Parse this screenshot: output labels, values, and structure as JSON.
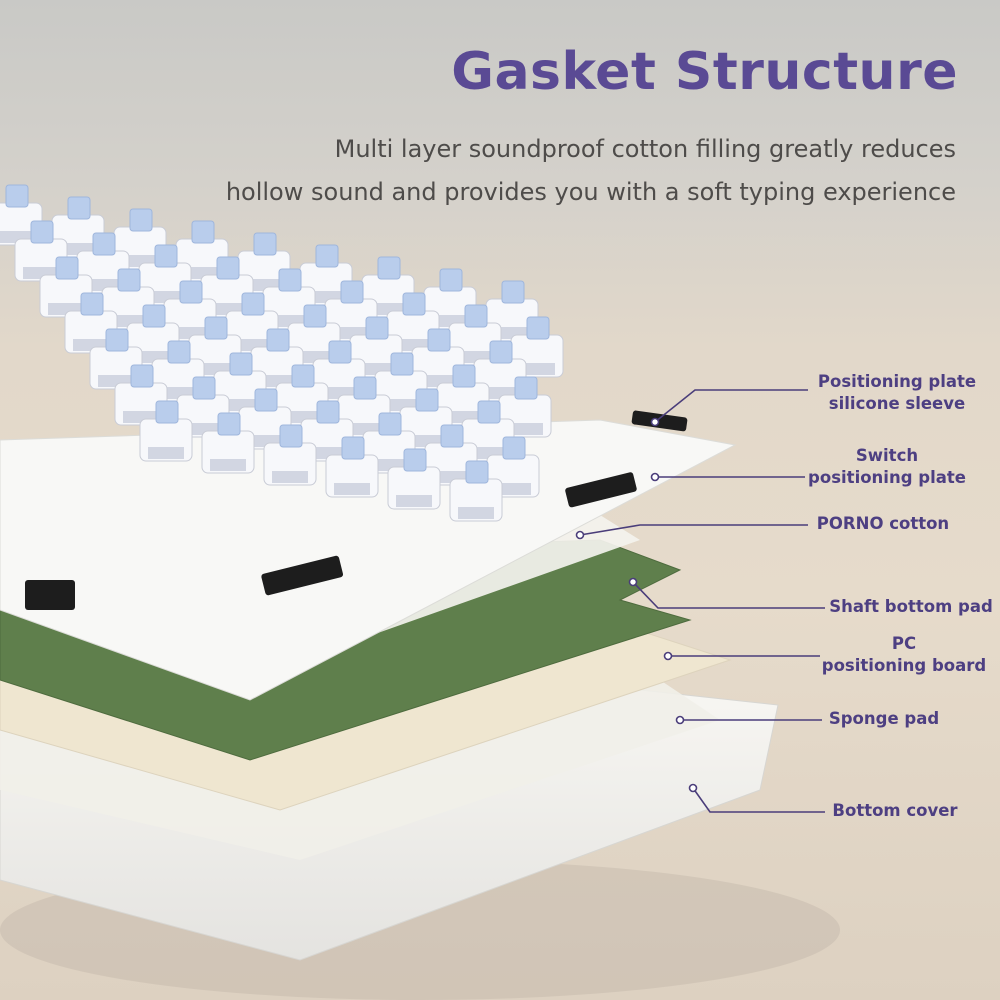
{
  "header": {
    "title": "Gasket Structure",
    "subtitle_line1": "Multi layer soundproof cotton filling greatly reduces",
    "subtitle_line2": "hollow sound and provides you with a soft typing experience"
  },
  "labels": [
    {
      "line1": "Positioning plate",
      "line2": "silicone sleeve"
    },
    {
      "line1": "Switch",
      "line2": "positioning plate"
    },
    {
      "line1": "PORNO cotton"
    },
    {
      "line1": "Shaft bottom pad"
    },
    {
      "line1": "PC",
      "line2": "positioning board"
    },
    {
      "line1": "Sponge pad"
    },
    {
      "line1": "Bottom cover"
    }
  ],
  "colors": {
    "title": "#5a4a94",
    "label": "#4d3f82",
    "leader": "#4a3d7a",
    "pcb": "#5f7f4c",
    "stem": "#b9cdec"
  }
}
